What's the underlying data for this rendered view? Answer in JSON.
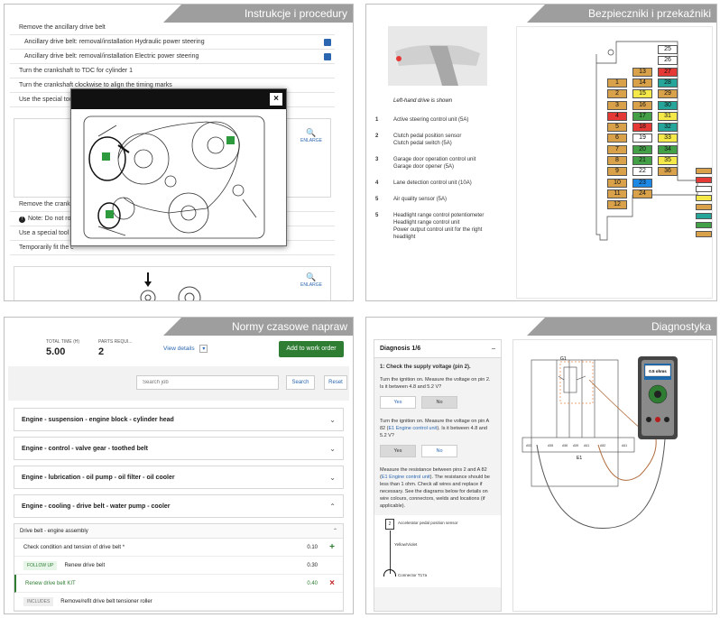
{
  "panels": {
    "procedures": {
      "title": "Instrukcje i procedury",
      "steps": [
        {
          "text": "Remove the ancillary drive belt",
          "sub": false,
          "doc": false
        },
        {
          "text": "Ancillary drive belt: removal/installation Hydraulic power steering",
          "sub": true,
          "doc": true
        },
        {
          "text": "Ancillary drive belt: removal/installation Electric power steering",
          "sub": true,
          "doc": true
        },
        {
          "text": "Turn the crankshaft to TDC for cylinder 1",
          "sub": false,
          "doc": false
        },
        {
          "text": "Turn the crankshaft clockwise to align the timing marks",
          "sub": false,
          "doc": false
        },
        {
          "text": "Use the special tool",
          "sub": false,
          "doc": false
        }
      ],
      "enlarge_label": "ENLARGE",
      "lower_steps": [
        "Remove the cranksh",
        "Note: Do not rotate t",
        "Use a special tool to",
        "Temporarily fit the c"
      ],
      "modal_close": "×"
    },
    "fuses": {
      "title": "Bezpieczniki i przekaźniki",
      "caption": "Left-hand drive is shown",
      "items": [
        {
          "num": "1",
          "lines": [
            "Active steering control unit (5A)"
          ]
        },
        {
          "num": "2",
          "lines": [
            "Clutch pedal position sensor",
            "Clutch pedal switch (5A)"
          ]
        },
        {
          "num": "3",
          "lines": [
            "Garage door operation control unit",
            "Garage door opener (5A)"
          ]
        },
        {
          "num": "4",
          "lines": [
            "Lane detection control unit (10A)"
          ]
        },
        {
          "num": "5",
          "lines": [
            "Air quality sensor (5A)"
          ]
        },
        {
          "num": "5",
          "lines": [
            "Headlight range control potentiometer",
            "Headlight range control unit",
            "Power output control unit for the right",
            "headlight"
          ]
        }
      ],
      "fuse_cells": [
        {
          "label": "25",
          "color": "#ffffff",
          "col": 2,
          "row": 0
        },
        {
          "label": "26",
          "color": "#ffffff",
          "col": 2,
          "row": 1
        },
        {
          "label": "13",
          "color": "#d9a24a",
          "col": 1,
          "row": 2
        },
        {
          "label": "27",
          "color": "#e53935",
          "col": 2,
          "row": 2
        },
        {
          "label": "1",
          "color": "#d9a24a",
          "col": 0,
          "row": 3
        },
        {
          "label": "14",
          "color": "#d9a24a",
          "col": 1,
          "row": 3
        },
        {
          "label": "28",
          "color": "#26a69a",
          "col": 2,
          "row": 3
        },
        {
          "label": "2",
          "color": "#d9a24a",
          "col": 0,
          "row": 4
        },
        {
          "label": "15",
          "color": "#f5e94a",
          "col": 1,
          "row": 4
        },
        {
          "label": "29",
          "color": "#d9a24a",
          "col": 2,
          "row": 4
        },
        {
          "label": "3",
          "color": "#d9a24a",
          "col": 0,
          "row": 5
        },
        {
          "label": "16",
          "color": "#d9a24a",
          "col": 1,
          "row": 5
        },
        {
          "label": "30",
          "color": "#26a69a",
          "col": 2,
          "row": 5
        },
        {
          "label": "4",
          "color": "#e53935",
          "col": 0,
          "row": 6
        },
        {
          "label": "17",
          "color": "#43a047",
          "col": 1,
          "row": 6
        },
        {
          "label": "31",
          "color": "#f5e94a",
          "col": 2,
          "row": 6
        },
        {
          "label": "5",
          "color": "#d9a24a",
          "col": 0,
          "row": 7
        },
        {
          "label": "18",
          "color": "#e53935",
          "col": 1,
          "row": 7
        },
        {
          "label": "32",
          "color": "#26a69a",
          "col": 2,
          "row": 7
        },
        {
          "label": "6",
          "color": "#d9a24a",
          "col": 0,
          "row": 8
        },
        {
          "label": "19",
          "color": "#ffffff",
          "col": 1,
          "row": 8
        },
        {
          "label": "33",
          "color": "#f5e94a",
          "col": 2,
          "row": 8
        },
        {
          "label": "7",
          "color": "#d9a24a",
          "col": 0,
          "row": 9
        },
        {
          "label": "20",
          "color": "#43a047",
          "col": 1,
          "row": 9
        },
        {
          "label": "34",
          "color": "#43a047",
          "col": 2,
          "row": 9
        },
        {
          "label": "8",
          "color": "#d9a24a",
          "col": 0,
          "row": 10
        },
        {
          "label": "21",
          "color": "#43a047",
          "col": 1,
          "row": 10
        },
        {
          "label": "35",
          "color": "#f5e94a",
          "col": 2,
          "row": 10
        },
        {
          "label": "9",
          "color": "#d9a24a",
          "col": 0,
          "row": 11
        },
        {
          "label": "22",
          "color": "#ffffff",
          "col": 1,
          "row": 11
        },
        {
          "label": "36",
          "color": "#d9a24a",
          "col": 2,
          "row": 11
        },
        {
          "label": "10",
          "color": "#d9a24a",
          "col": 0,
          "row": 12
        },
        {
          "label": "23",
          "color": "#1e88e5",
          "col": 1,
          "row": 12
        },
        {
          "label": "11",
          "color": "#d9a24a",
          "col": 0,
          "row": 13
        },
        {
          "label": "24",
          "color": "#d9a24a",
          "col": 1,
          "row": 13
        },
        {
          "label": "12",
          "color": "#d9a24a",
          "col": 0,
          "row": 14
        }
      ],
      "side_fuse_colors": [
        "#d9a24a",
        "#e53935",
        "#ffffff",
        "#f5e94a",
        "#d9a24a",
        "#26a69a",
        "#43a047",
        "#d9a24a"
      ]
    },
    "times": {
      "title": "Normy czasowe napraw",
      "total_time_label": "TOTAL TIME (H)",
      "total_time": "5.00",
      "parts_label": "PARTS REQUI...",
      "parts": "2",
      "view_details": "View details",
      "add_button": "Add to work order",
      "search_placeholder": "Search job",
      "search_button": "Search",
      "reset_button": "Reset",
      "groups": [
        "Engine - suspension - engine block - cylinder head",
        "Engine - control - valve gear - toothed belt",
        "Engine - lubrication - oil pump - oil filter - oil cooler",
        "Engine - cooling - drive belt - water pump - cooler"
      ],
      "subgroup": "Drive belt - engine assembly",
      "ops": [
        {
          "tag": "",
          "text": "Check condition and tension of drive belt *",
          "time": "0.10",
          "action": "+",
          "action_color": "#2e7d32"
        },
        {
          "tag": "FOLLOW UP",
          "text": "Renew drive belt",
          "time": "0.30",
          "action": "",
          "action_color": "#2e7d32"
        },
        {
          "tag": "",
          "text": "Renew drive belt KIT",
          "time": "0.40",
          "action": "×",
          "action_color": "#c62828"
        },
        {
          "tag": "INCLUDES",
          "text": "Remove/refit drive belt tensioner roller",
          "time": "",
          "action": "",
          "action_color": "#2e7d32"
        }
      ]
    },
    "diagnostics": {
      "title": "Diagnostyka",
      "header": "Diagnosis 1/6",
      "step_title": "1: Check the supply voltage (pin 2).",
      "p1": "Turn the ignition on. Measure the voltage on pin 2. Is it between 4.8 and 5.2 V?",
      "p2a": "Turn the ignition on. Measure the voltage on pin A 82 (",
      "p2link": "E1 Engine control unit",
      "p2b": "). Is it between 4.8 and 5.2 V?",
      "p3a": "Measure the resistance between pins 2 and A 82 (",
      "p3link": "E1 Engine control unit",
      "p3b": "). The resistance should be less than 1 ohm. Check all wires and replace if necessary. See the diagrams below for details on wire colours, connectors, welds and locations (if applicable).",
      "yes": "Yes",
      "no": "No",
      "sensor": "Accelerator pedal position sensor",
      "wire": "Yellow/Violet",
      "connector": "Connector T17a",
      "meter_reading": "0.5 ohms",
      "ecu_label": "E1",
      "part_label": "G1"
    }
  }
}
